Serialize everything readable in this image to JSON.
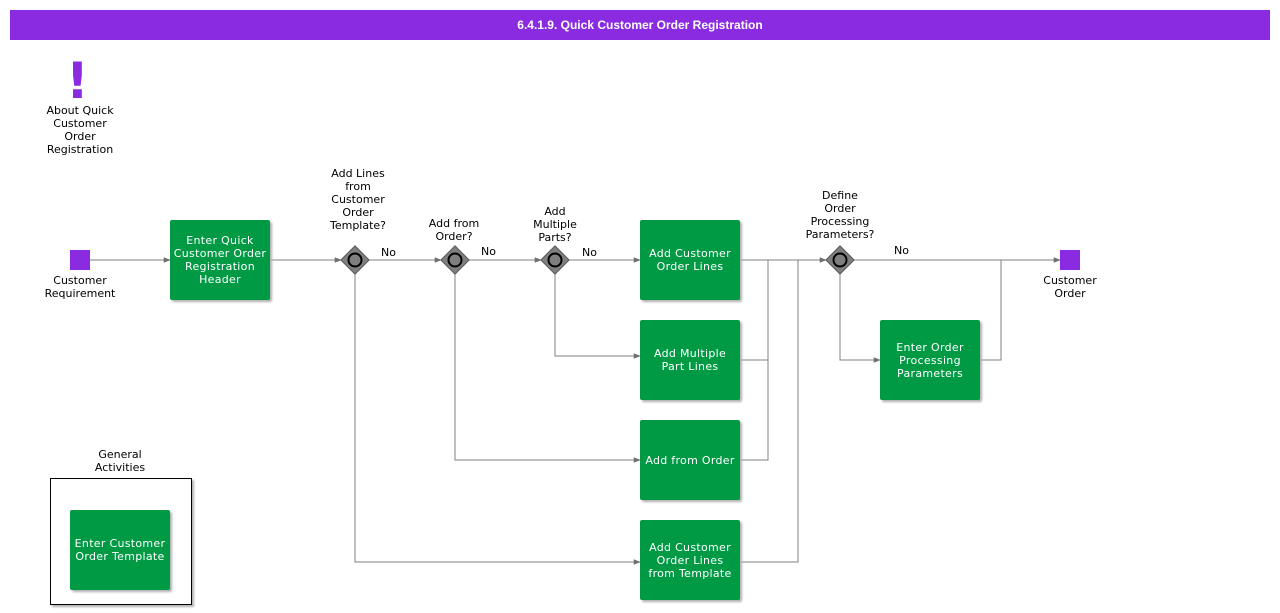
{
  "title": "6.4.1.9. Quick Customer Order Registration",
  "about": {
    "label": "About Quick\nCustomer\nOrder\nRegistration"
  },
  "events": {
    "start": "Customer\nRequirement",
    "end": "Customer\nOrder"
  },
  "tasks": {
    "header": "Enter Quick Customer Order Registration Header",
    "add_lines": "Add Customer Order Lines",
    "add_multi": "Add Multiple Part Lines",
    "add_from_order": "Add from Order",
    "add_from_template": "Add Customer Order Lines from Template",
    "order_params": "Enter Order Processing Parameters",
    "template": "Enter Customer Order Template"
  },
  "gateways": {
    "g1": "Add Lines\nfrom\nCustomer\nOrder\nTemplate?",
    "g2": "Add from\nOrder?",
    "g3": "Add\nMultiple\nParts?",
    "g4": "Define\nOrder\nProcessing\nParameters?"
  },
  "flow_labels": {
    "no1": "No",
    "no2": "No",
    "no3": "No",
    "no4": "No"
  },
  "group": {
    "label": "General\nActivities"
  },
  "colors": {
    "accent": "#8a2be2",
    "task": "#009a44",
    "gateway": "#7f7f7f",
    "line": "#808080"
  }
}
